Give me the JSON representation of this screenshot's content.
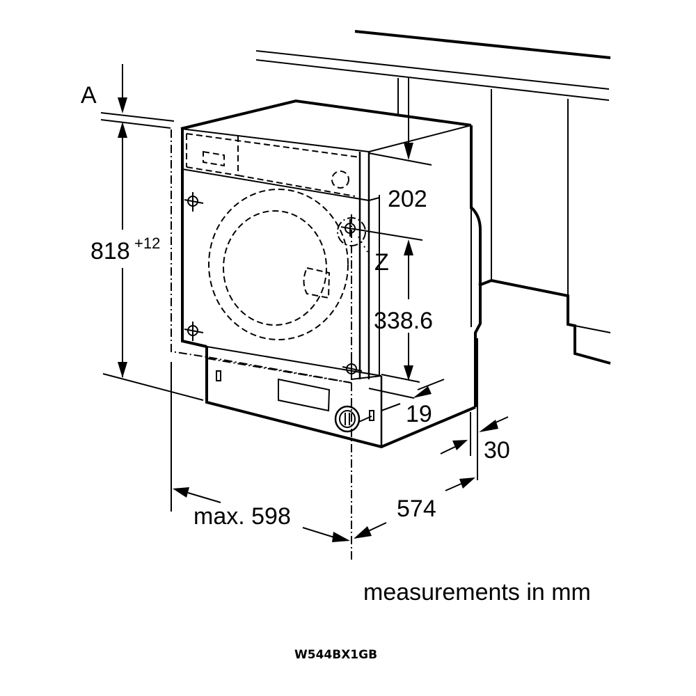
{
  "diagram": {
    "title": "Built-in washing machine installation dimensions",
    "model": "W544BX1GB",
    "units_note": "measurements in mm",
    "labels": {
      "gap_a": "A",
      "height": "818",
      "height_tolerance": "+12",
      "panel_height": "202",
      "hinge_marker": "Z",
      "hinge_distance": "338.6",
      "plinth_offset": "19",
      "door_gap": "30",
      "depth": "574",
      "width": "max. 598"
    },
    "colors": {
      "line": "#000000",
      "background": "#ffffff"
    }
  }
}
